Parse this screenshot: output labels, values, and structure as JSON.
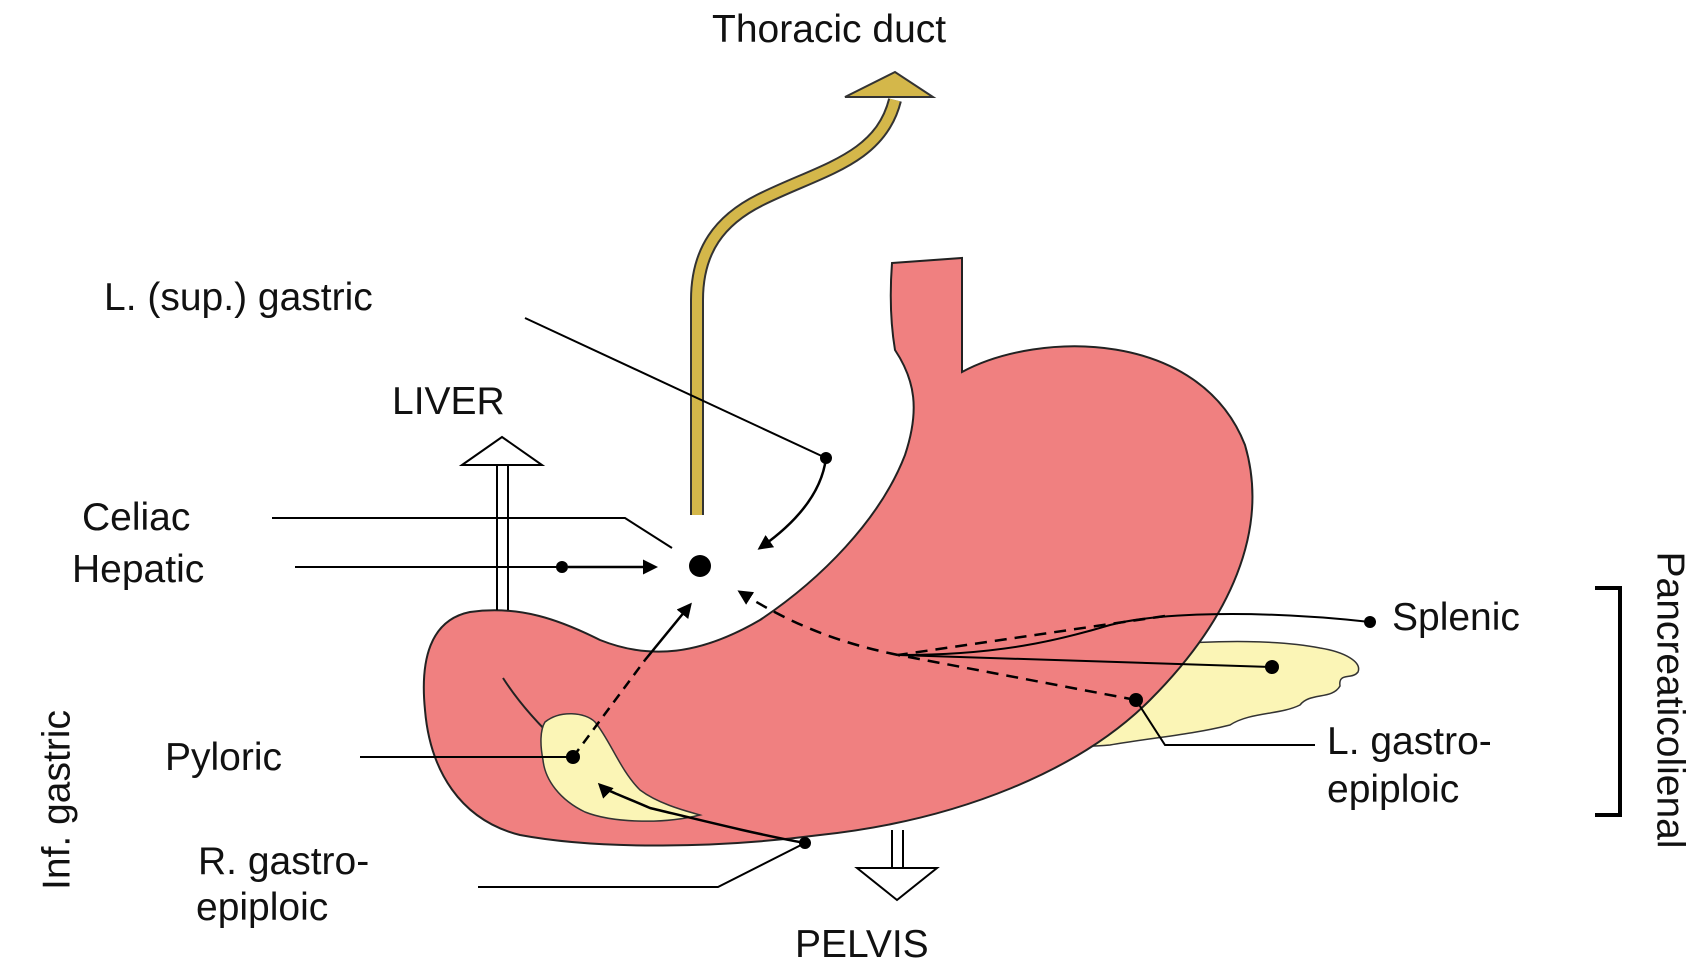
{
  "labels": {
    "thoracic_duct": "Thoracic duct",
    "l_sup_gastric": "L. (sup.) gastric",
    "liver": "LIVER",
    "celiac": "Celiac",
    "hepatic": "Hepatic",
    "pyloric": "Pyloric",
    "r_gastro_line1": "R. gastro-",
    "r_gastro_line2": "epiploic",
    "pelvis": "PELVIS",
    "splenic": "Splenic",
    "l_gastro_line1": "L. gastro-",
    "l_gastro_line2": "epiploic",
    "inf_gastric": "Inf. gastric",
    "pancreaticolienal": "Pancreaticolienal"
  },
  "colors": {
    "stomach": "#f08080",
    "pancreas": "#fbf5b6",
    "thoracic_duct": "#d4b74a",
    "line": "#000000"
  }
}
